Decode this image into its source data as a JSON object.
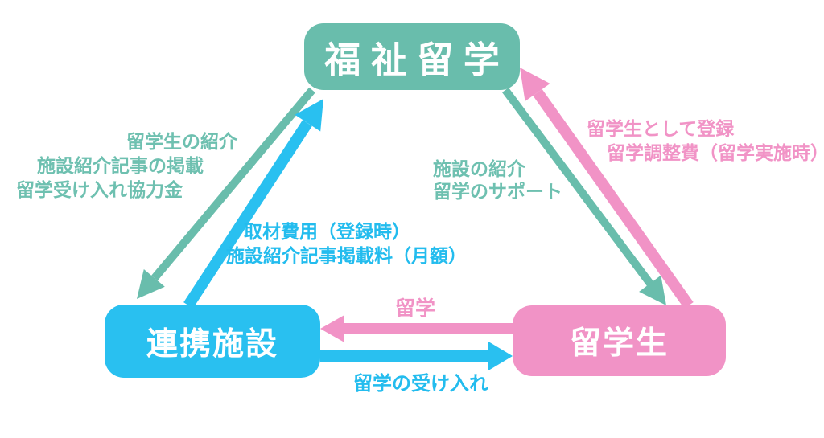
{
  "diagram": {
    "logo": "福祉留学",
    "nodes": {
      "hq": "福祉留学",
      "facility": "連携施設",
      "student": "留学生"
    },
    "labels": {
      "hq_to_facility": [
        "留学生の紹介",
        "施設紹介記事の掲載",
        "留学受け入れ協力金"
      ],
      "facility_to_hq": [
        "取材費用（登録時）",
        "施設紹介記事掲載料（月額）"
      ],
      "hq_to_student": [
        "施設の紹介",
        "留学のサポート"
      ],
      "student_to_hq": [
        "留学生として登録",
        "留学調整費（留学実施時）"
      ],
      "student_to_facility": "留学",
      "facility_to_student": "留学の受け入れ"
    },
    "colors": {
      "teal": "#69bdac",
      "blue": "#29c0f0",
      "pink": "#f193c6"
    }
  }
}
